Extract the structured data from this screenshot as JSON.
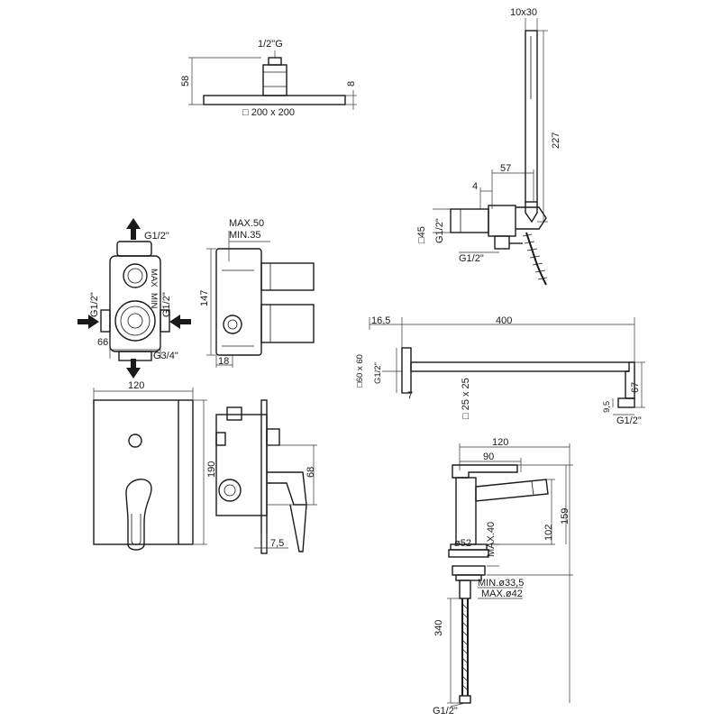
{
  "head": {
    "thread": "1/2\"G",
    "height": "58",
    "thickness": "8",
    "size": "□ 200 x 200"
  },
  "hand": {
    "size": "10x30",
    "length": "227",
    "depth": "57",
    "step": "4",
    "square": "□45",
    "thread_side": "G1/2\"",
    "thread_bottom": "G1/2\""
  },
  "box": {
    "top_thread": "G1/2\"",
    "left_thread": "G1/2\"",
    "right_thread": "G1/2\"",
    "width": "66",
    "bottom_thread": "G3/4\"",
    "max": "MAX.50",
    "min": "MIN.35",
    "height": "147",
    "depth": "18"
  },
  "arm": {
    "offset": "16,5",
    "length": "400",
    "flange": "□60 x 60",
    "thread": "G1/2\"",
    "wall": "7",
    "profile": "□ 25 x 25",
    "outlet": "9,5",
    "drop": "67",
    "outlet_thread": "G1/2\""
  },
  "plate": {
    "width": "120",
    "height": "190",
    "dim68": "68",
    "dim75": "7,5"
  },
  "mixer": {
    "width": "120",
    "spout": "90",
    "total": "159",
    "body": "102",
    "base": "ø52",
    "max": "MAX.40",
    "hole_min": "MIN.ø33,5",
    "hole_max": "MAX.ø42",
    "hose": "340",
    "thread": "G1/2\""
  }
}
